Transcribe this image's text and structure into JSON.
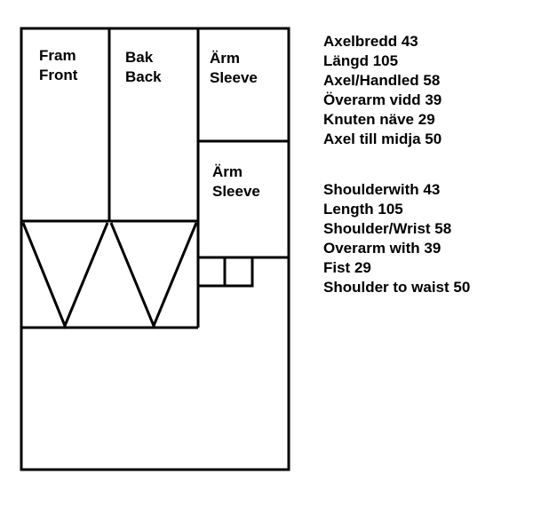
{
  "pieces": {
    "front": {
      "sv": "Fram",
      "en": "Front"
    },
    "back": {
      "sv": "Bak",
      "en": "Back"
    },
    "sleeve_1": {
      "sv": "Ärm",
      "en": "Sleeve"
    },
    "sleeve_2": {
      "sv": "Ärm",
      "en": "Sleeve"
    }
  },
  "measurements_sv": [
    "Axelbredd 43",
    "Längd 105",
    "Axel/Handled 58",
    "Överarm vidd 39",
    "Knuten näve 29",
    "Axel till midja 50"
  ],
  "measurements_en": [
    "Shoulderwith 43",
    "Length 105",
    "Shoulder/Wrist 58",
    "Overarm with 39",
    "Fist 29",
    "Shoulder to waist 50"
  ],
  "colors": {
    "line": "#000000",
    "background": "#ffffff"
  }
}
